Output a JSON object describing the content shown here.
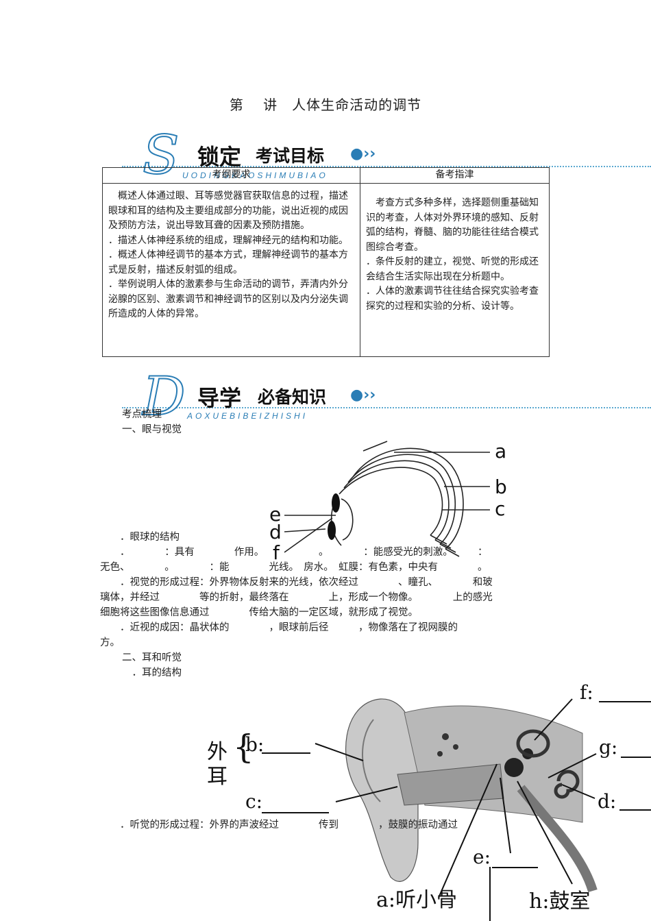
{
  "title": "第　 讲　人体生命活动的调节",
  "banner1": {
    "letter": "S",
    "main": "锁定",
    "sub": "考试目标",
    "pinyin": "UODINGKAOSHIMUBIAO"
  },
  "table": {
    "header_left": "考纲要求",
    "header_right": "备考指津",
    "left": [
      "　概述人体通过眼、耳等感觉器官获取信息的过程，描述眼球和耳的结构及主要组成部分的功能，说出近视的成因及预防方法，说出导致耳聋的因素及预防措施。",
      "．描述人体神经系统的组成，理解神经元的结构和功能。",
      "．概述人体神经调节的基本方式，理解神经调节的基本方式是反射，描述反射弧的组成。",
      "．举例说明人体的激素参与生命活动的调节，弄清内外分泌腺的区别、激素调节和神经调节的区别以及内分泌失调所造成的人体的异常。"
    ],
    "right": [
      "　考查方式多种多样，选择题侧重基础知识的考查，人体对外界环境的感知、反射弧的结构，脊髓、脑的功能往往结合模式图综合考查。",
      "．条件反射的建立，视觉、听觉的形成还会结合生活实际出现在分析题中。",
      "．人体的激素调节往往结合探究实验考查探究的过程和实验的分析、设计等。"
    ]
  },
  "banner2": {
    "letter": "D",
    "main": "导学",
    "sub": "必备知识",
    "pinyin": "AOXUEBIBEIZHISHI"
  },
  "section_label": "考点梳理",
  "section1": "一、眼与视觉",
  "eye_labels": [
    "a",
    "b",
    "c",
    "d",
    "e",
    "f"
  ],
  "eye_lines": [
    "　　．眼球的结构",
    "　　．　　　　：具有　　　　作用。　　　　　　。　　　　：能感受光的刺激。　　　：",
    "无色、　　　　。　　　　：能　　　　光线。　房水。　虹膜：有色素，中央有　　　　。",
    "　　．视觉的形成过程：外界物体反射来的光线，依次经过　　　　、瞳孔、　　　　和玻",
    "璃体，并经过　　　　等的折射，最终落在　　　　上，形成一个物像。　　　　上的感光",
    "细胞将这些图像信息通过　　　　传给大脑的一定区域，就形成了视觉。",
    "　　．近视的成因：晶状体的　　　　，眼球前后径　　　，物像落在了视网膜的　　　　",
    "方。"
  ],
  "section2": "二、耳和听觉",
  "ear_heading": "　．耳的结构",
  "ear_outer": "外耳",
  "ear_labels": {
    "b": "b:",
    "c": "c:",
    "f": "f:",
    "g": "g:",
    "d": "d:",
    "e": "e:",
    "a": "a:听小骨",
    "h": "h:鼓室"
  },
  "hearing_line": "　　．听觉的形成过程：外界的声波经过　　　　传到　　　　，鼓膜的振动通过"
}
